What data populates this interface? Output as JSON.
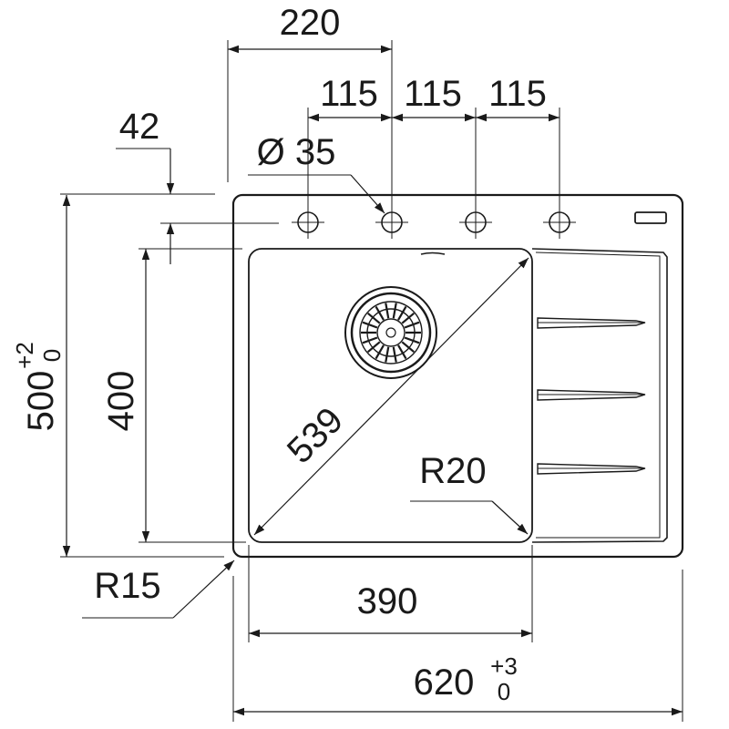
{
  "dimensions": {
    "top_total": "220",
    "hole_spacing": [
      "115",
      "115",
      "115"
    ],
    "offset": "42",
    "hole_diameter": "Ø 35",
    "diagonal": "539",
    "bowl_radius": "R20",
    "outer_radius": "R15",
    "bowl_width": "390",
    "overall_width": {
      "value": "620",
      "tol_upper": "+3",
      "tol_lower": "0"
    },
    "overall_depth": {
      "value": "500",
      "tol_upper": "+2",
      "tol_lower": "0"
    },
    "bowl_depth": "400"
  },
  "colors": {
    "line": "#1a1a1a",
    "background": "#ffffff"
  }
}
